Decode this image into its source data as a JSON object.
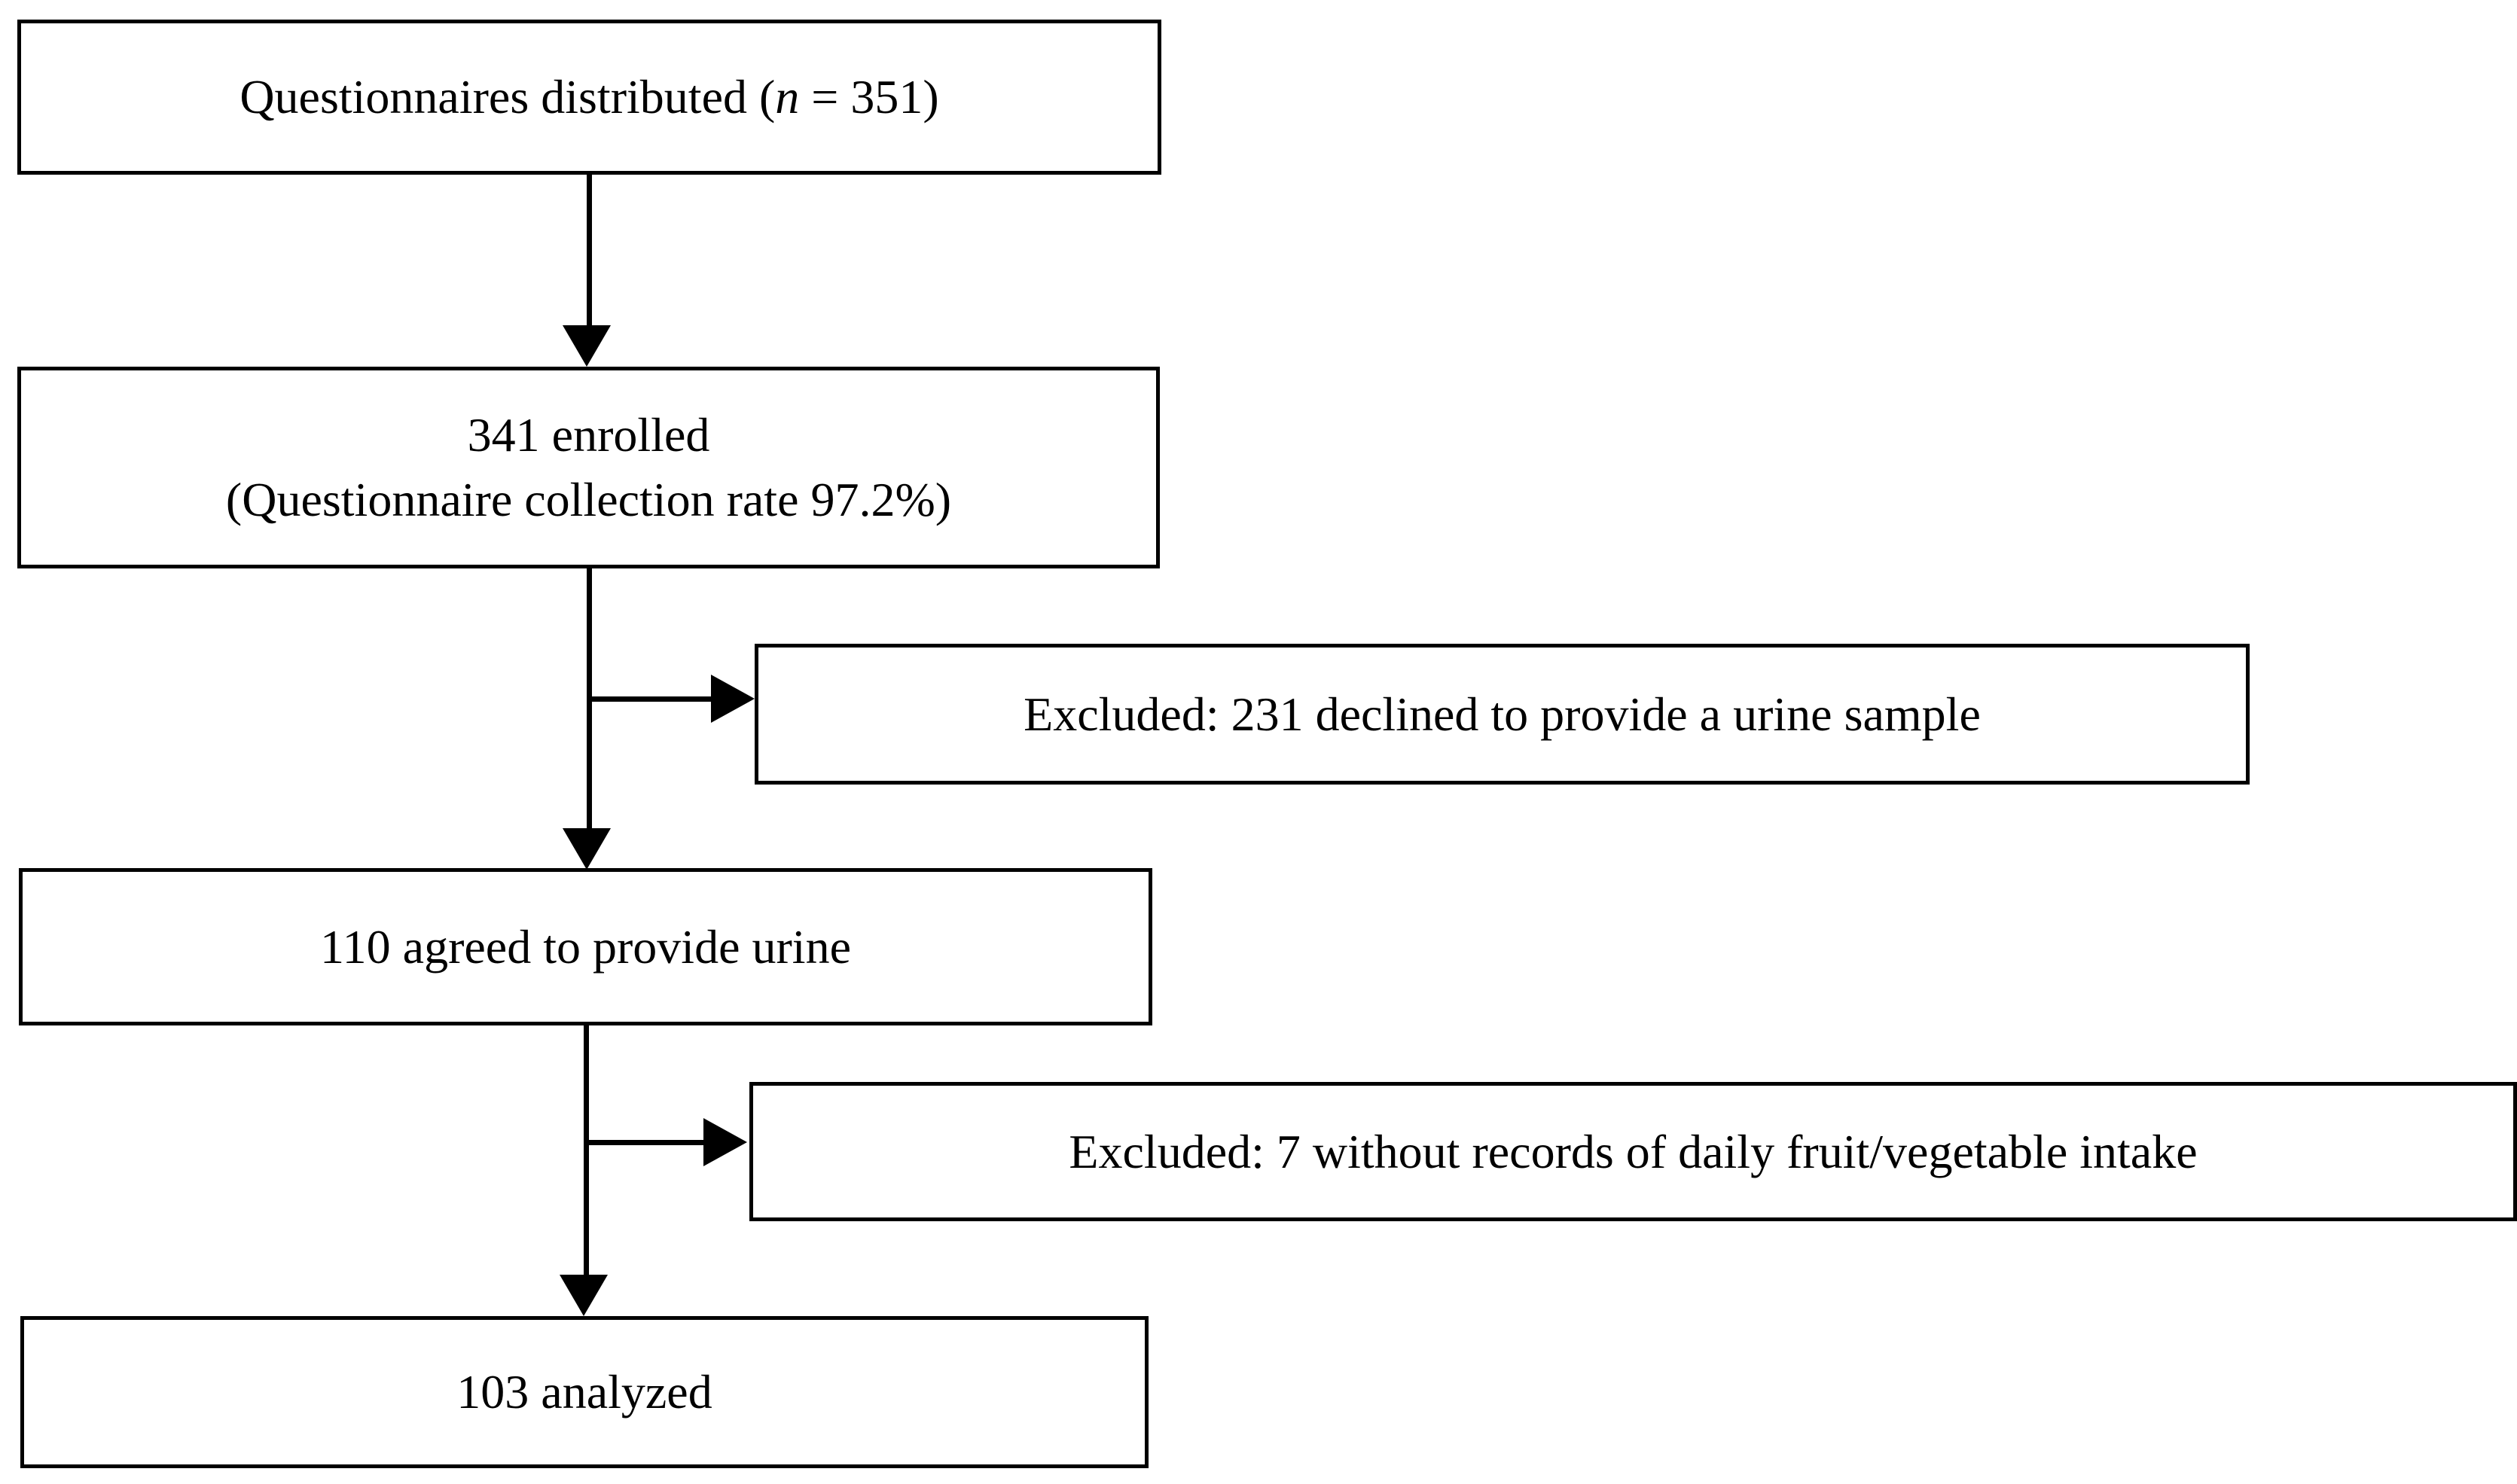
{
  "figure": {
    "type": "participant-flow-diagram",
    "background_color": "#ffffff",
    "stroke_color": "#000000",
    "nodes": {
      "distributed": {
        "lines": [
          "Questionnaires distributed (",
          "n",
          " = 351)"
        ],
        "text": "Questionnaires distributed (n = 351)",
        "count": 351
      },
      "enrolled": {
        "line1": "341 enrolled",
        "line2": "(Questionnaire collection rate 97.2%)",
        "count": 341,
        "collection_rate": "97.2%"
      },
      "excluded_1": {
        "text": "Excluded: 231 declined to provide a urine sample",
        "count": 231
      },
      "agreed": {
        "text": "110 agreed to provide urine",
        "count": 110
      },
      "excluded_2": {
        "text": "Excluded: 7 without records of daily fruit/vegetable intake",
        "count": 7
      },
      "analyzed": {
        "text": "103 analyzed",
        "count": 103
      }
    }
  }
}
